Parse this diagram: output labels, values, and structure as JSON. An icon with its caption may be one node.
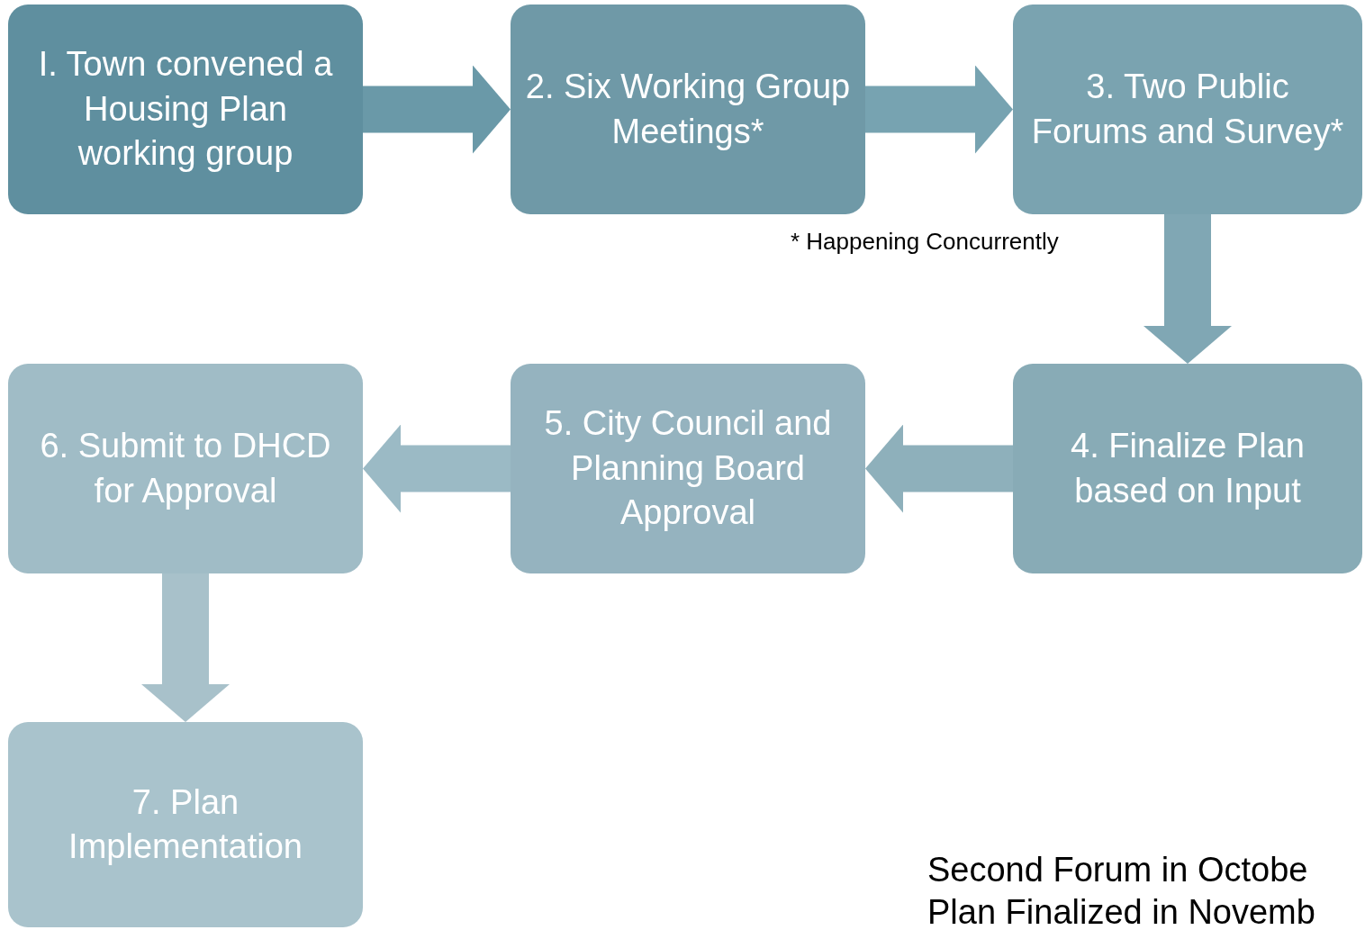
{
  "diagram": {
    "nodes": [
      {
        "text": [
          "I. Town convened a Housing Plan working group"
        ]
      },
      {
        "text": [
          "2. Six Working Group Meetings*"
        ]
      },
      {
        "text": [
          "3. Two Public Forums and Survey*"
        ]
      },
      {
        "text": [
          "4. Finalize Plan based on Input"
        ]
      },
      {
        "text": [
          "5. City Council and Planning Board Approval"
        ]
      },
      {
        "text": [
          "6. Submit to DHCD for Approval"
        ]
      },
      {
        "text": [
          "7. Plan Implementation"
        ]
      }
    ],
    "edges": [
      {
        "from": 0,
        "to": 1,
        "arrow": "to",
        "color": "#6a99a8"
      },
      {
        "from": 1,
        "to": 2,
        "arrow": "to",
        "color": "#77a3b1"
      },
      {
        "from": 2,
        "to": 3,
        "arrow": "to",
        "color": "#80a7b4"
      },
      {
        "from": 3,
        "to": 4,
        "arrow": "to",
        "color": "#8eb0bb"
      },
      {
        "from": 4,
        "to": 5,
        "arrow": "to",
        "color": "#9bbac5"
      },
      {
        "from": 5,
        "to": 6,
        "arrow": "to",
        "color": "#a8c1ca"
      }
    ],
    "labels": [
      "* Happening Concurrently",
      "Second Forum in Octobe",
      "Plan Finalized in Novemb"
    ]
  }
}
